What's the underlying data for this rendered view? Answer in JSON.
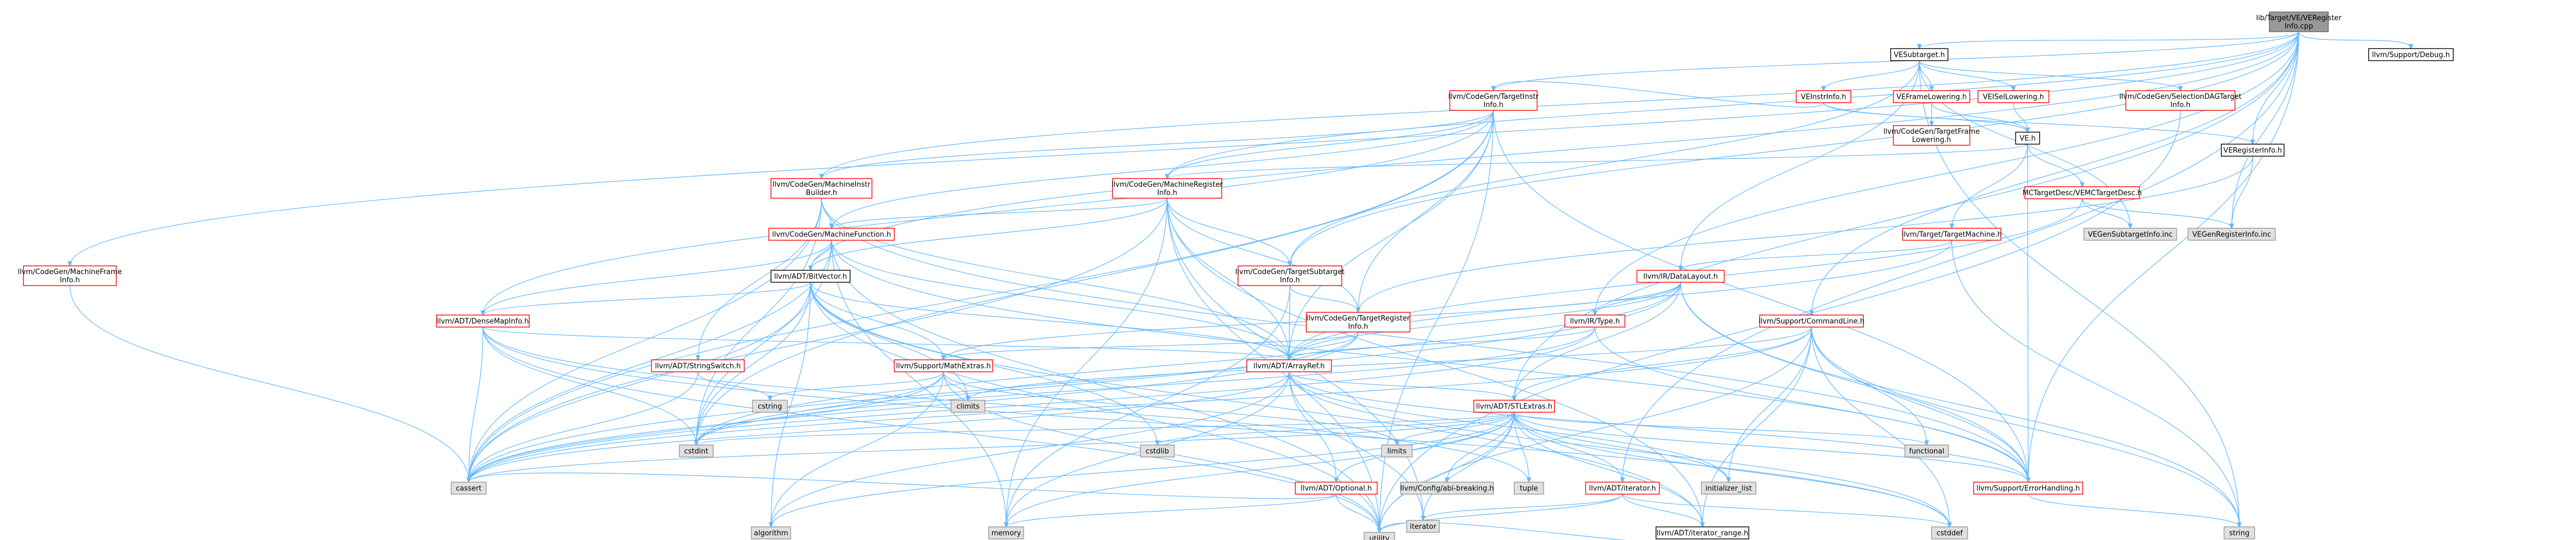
{
  "graph": {
    "nodes": [
      {
        "id": "root",
        "lines": [
          "lib/Target/VE/VERegister",
          "Info.cpp"
        ],
        "style": "root"
      },
      {
        "id": "VEReginfo",
        "lines": [
          "VERegisterInfo.h"
        ],
        "style": "black"
      },
      {
        "id": "VESubtarget",
        "lines": [
          "VESubtarget.h"
        ],
        "style": "black"
      },
      {
        "id": "dbg",
        "lines": [
          "llvm/Support/Debug.h"
        ],
        "style": "black"
      },
      {
        "id": "VEInstrInfo",
        "lines": [
          "VEInstrInfo.h"
        ],
        "style": "red"
      },
      {
        "id": "VEFrameLowering",
        "lines": [
          "VEFrameLowering.h"
        ],
        "style": "red"
      },
      {
        "id": "VEISelLowering",
        "lines": [
          "VEISelLowering.h"
        ],
        "style": "red"
      },
      {
        "id": "SelDAG",
        "lines": [
          "llvm/CodeGen/SelectionDAGTarget",
          "Info.h"
        ],
        "style": "red"
      },
      {
        "id": "TII",
        "lines": [
          "llvm/CodeGen/TargetInstr",
          "Info.h"
        ],
        "style": "red"
      },
      {
        "id": "VEh",
        "lines": [
          "VE.h"
        ],
        "style": "black"
      },
      {
        "id": "TFL",
        "lines": [
          "llvm/CodeGen/TargetFrame",
          "Lowering.h"
        ],
        "style": "red"
      },
      {
        "id": "MCTD",
        "lines": [
          "MCTargetDesc/VEMCTargetDesc.h"
        ],
        "style": "red"
      },
      {
        "id": "VEGenSub",
        "lines": [
          "VEGenSubtargetInfo.inc"
        ],
        "style": "gray"
      },
      {
        "id": "VEGenReg",
        "lines": [
          "VEGenRegisterInfo.inc"
        ],
        "style": "gray"
      },
      {
        "id": "MIB",
        "lines": [
          "llvm/CodeGen/MachineInstr",
          "Builder.h"
        ],
        "style": "red"
      },
      {
        "id": "MRI",
        "lines": [
          "llvm/CodeGen/MachineRegister",
          "Info.h"
        ],
        "style": "red"
      },
      {
        "id": "TM",
        "lines": [
          "llvm/Target/TargetMachine.h"
        ],
        "style": "red"
      },
      {
        "id": "MFI",
        "lines": [
          "llvm/CodeGen/MachineFrame",
          "Info.h"
        ],
        "style": "red"
      },
      {
        "id": "MF",
        "lines": [
          "llvm/CodeGen/MachineFunction.h"
        ],
        "style": "red"
      },
      {
        "id": "TSI",
        "lines": [
          "llvm/CodeGen/TargetSubtarget",
          "Info.h"
        ],
        "style": "red"
      },
      {
        "id": "DL",
        "lines": [
          "llvm/IR/DataLayout.h"
        ],
        "style": "red"
      },
      {
        "id": "BV",
        "lines": [
          "llvm/ADT/BitVector.h"
        ],
        "style": "black"
      },
      {
        "id": "TRI",
        "lines": [
          "llvm/CodeGen/TargetRegister",
          "Info.h"
        ],
        "style": "red"
      },
      {
        "id": "Type",
        "lines": [
          "llvm/IR/Type.h"
        ],
        "style": "red"
      },
      {
        "id": "CL",
        "lines": [
          "llvm/Support/CommandLine.h"
        ],
        "style": "red"
      },
      {
        "id": "DMI",
        "lines": [
          "llvm/ADT/DenseMapInfo.h"
        ],
        "style": "red"
      },
      {
        "id": "SS",
        "lines": [
          "llvm/ADT/StringSwitch.h"
        ],
        "style": "red"
      },
      {
        "id": "ME",
        "lines": [
          "llvm/Support/MathExtras.h"
        ],
        "style": "red"
      },
      {
        "id": "AR",
        "lines": [
          "llvm/ADT/ArrayRef.h"
        ],
        "style": "red"
      },
      {
        "id": "STL",
        "lines": [
          "llvm/ADT/STLExtras.h"
        ],
        "style": "red"
      },
      {
        "id": "cstring",
        "lines": [
          "cstring"
        ],
        "style": "gray"
      },
      {
        "id": "climits",
        "lines": [
          "climits"
        ],
        "style": "gray"
      },
      {
        "id": "cstdint",
        "lines": [
          "cstdint"
        ],
        "style": "gray"
      },
      {
        "id": "cassert",
        "lines": [
          "cassert"
        ],
        "style": "gray"
      },
      {
        "id": "limits",
        "lines": [
          "limits"
        ],
        "style": "gray"
      },
      {
        "id": "cstdlib",
        "lines": [
          "cstdlib"
        ],
        "style": "gray"
      },
      {
        "id": "Opt",
        "lines": [
          "llvm/ADT/Optional.h"
        ],
        "style": "red"
      },
      {
        "id": "CfgAbi",
        "lines": [
          "llvm/Config/abi-breaking.h"
        ],
        "style": "gray"
      },
      {
        "id": "tuple",
        "lines": [
          "tuple"
        ],
        "style": "gray"
      },
      {
        "id": "Iter",
        "lines": [
          "llvm/ADT/iterator.h"
        ],
        "style": "red"
      },
      {
        "id": "initl",
        "lines": [
          "initializer_list"
        ],
        "style": "gray"
      },
      {
        "id": "func",
        "lines": [
          "functional"
        ],
        "style": "gray"
      },
      {
        "id": "EH",
        "lines": [
          "llvm/Support/ErrorHandling.h"
        ],
        "style": "red"
      },
      {
        "id": "algorithm",
        "lines": [
          "algorithm"
        ],
        "style": "gray"
      },
      {
        "id": "memory",
        "lines": [
          "memory"
        ],
        "style": "gray"
      },
      {
        "id": "iterator",
        "lines": [
          "iterator"
        ],
        "style": "gray"
      },
      {
        "id": "IR",
        "lines": [
          "llvm/ADT/iterator_range.h"
        ],
        "style": "black"
      },
      {
        "id": "cstddef",
        "lines": [
          "cstddef"
        ],
        "style": "gray"
      },
      {
        "id": "string",
        "lines": [
          "string"
        ],
        "style": "gray"
      },
      {
        "id": "utility",
        "lines": [
          "utility"
        ],
        "style": "gray"
      }
    ],
    "colors": {
      "edge": "#63b8ff",
      "root_fill": "#999999",
      "red_border": "#ff0000",
      "gray_fill": "#e0e0e0"
    }
  }
}
